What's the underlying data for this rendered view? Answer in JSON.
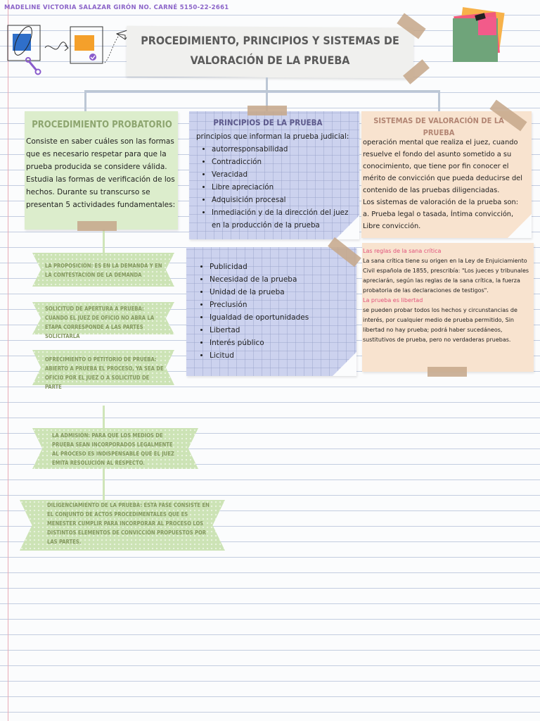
{
  "author": "MADELINE VICTORIA SALAZAR GIRÓN NO. CARNÉ 5150-22-2661",
  "title": {
    "line1": "PROCEDIMIENTO, PRINCIPIOS Y SISTEMAS DE",
    "line2": "VALORACIÓN DE LA PRUEBA"
  },
  "procedimiento": {
    "heading": "PROCEDIMIENTO PROBATORIO",
    "body": "Consiste en saber cuáles son las formas que es necesario respetar para que la prueba producida se considere válida. Estudia las formas de verificación de los hechos. Durante su transcurso se presentan 5 actividades fundamentales:"
  },
  "principios": {
    "heading": "PRINCIPIOS DE LA PRUEBA",
    "intro": "principios que informan la prueba judicial:",
    "items": [
      "autorresponsabilidad",
      "Contradicción",
      "Veracidad",
      "Libre apreciación",
      "Adquisición procesal",
      "Inmediación y de la dirección del juez en la producción de la prueba"
    ],
    "items2": [
      "Publicidad",
      "Necesidad de la prueba",
      "Unidad de la prueba",
      "Preclusión",
      "Igualdad de oportunidades",
      "Libertad",
      "Interés público",
      "Licitud"
    ]
  },
  "sistemas": {
    "heading": "SISTEMAS DE VALORACIÓN DE LA PRUEBA",
    "body1": "operación mental que realiza el juez, cuando resuelve el fondo del asunto sometido a su conocimiento, que tiene por fin conocer el mérito de convicción que pueda deducirse del contenido de las pruebas diligenciadas.",
    "body2": "Los sistemas de valoración de la prueba son:",
    "body3": "a. Prueba legal o tasada, Íntima convicción, Libre convicción.",
    "sana_label": "Las reglas de la sana crítica",
    "sana_text": "La sana crítica tiene su origen en la Ley de Enjuiciamiento Civil española de 1855, prescribía: \"Los jueces y tribunales apreciarán, según las reglas de la sana crítica, la fuerza probatoria de las declaraciones de testigos\".",
    "libertad_label": "La prueba es libertad",
    "libertad_text": " se pueden probar todos los hechos y circunstancias de interés, por cualquier medio de prueba permitido, Sin libertad no hay prueba; podrá haber sucedáneos, sustitutivos de prueba, pero no verdaderas pruebas."
  },
  "etapas": [
    "LA PROPOSICIÓN: ES EN LA DEMANDA Y EN LA CONTESTACIÓN DE LA DEMANDA",
    "SOLICITUD DE APERTURA A PRUEBA: CUANDO EL JUEZ DE OFICIO NO ABRA LA ETAPA CORRESPONDE A LAS PARTES SOLICITARLA",
    "OFRECIMIENTO O PETITORIO DE PRUEBA: ABIERTO A PRUEBA EL PROCESO, YA SEA DE OFICIO POR EL JUEZ O A SOLICITUD DE PARTE",
    "LA ADMISIÓN: PARA QUE LOS MEDIOS DE PRUEBA SEAN INCORPORADOS LEGALMENTE AL PROCESO ES INDISPENSABLE QUE EL JUEZ EMITA RESOLUCIÓN AL RESPECTO.",
    "DILIGENCIAMIENTO DE LA PRUEBA: ESTA FASE CONSISTE EN EL CONJUNTO DE ACTOS PROCEDIMENTALES QUE ES MENESTER CUMPLIR PARA INCORPORAR AL PROCESO LOS DISTINTOS ELEMENTOS DE CONVICCIÓN PROPUESTOS POR LAS PARTES."
  ],
  "colors": {
    "green_card": "#dcedcc",
    "purple_card": "#ccd2ee",
    "peach_card": "#f8e3cf",
    "ribbon": "#cce3b5",
    "author": "#8a63c8",
    "pink_label": "#e0507a"
  }
}
